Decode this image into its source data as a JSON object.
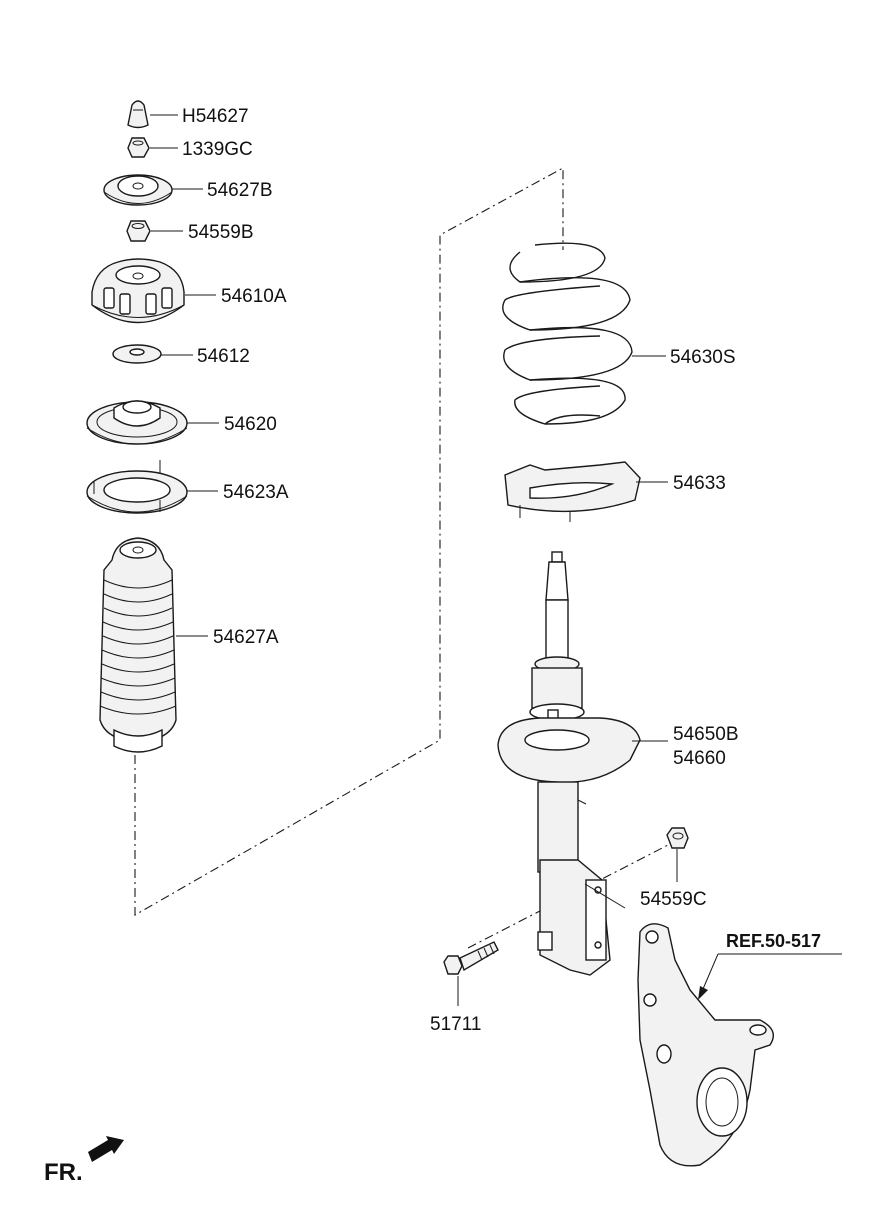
{
  "labels": {
    "h54627": "H54627",
    "p1339gc": "1339GC",
    "p54627b": "54627B",
    "p54559b": "54559B",
    "p54610a": "54610A",
    "p54612": "54612",
    "p54620": "54620",
    "p54623a": "54623A",
    "p54627a": "54627A",
    "p54630s": "54630S",
    "p54633": "54633",
    "p54650b": "54650B",
    "p54660": "54660",
    "p54559c": "54559C",
    "p51711": "51711",
    "ref": "REF.50-517"
  },
  "front_indicator": "FR."
}
